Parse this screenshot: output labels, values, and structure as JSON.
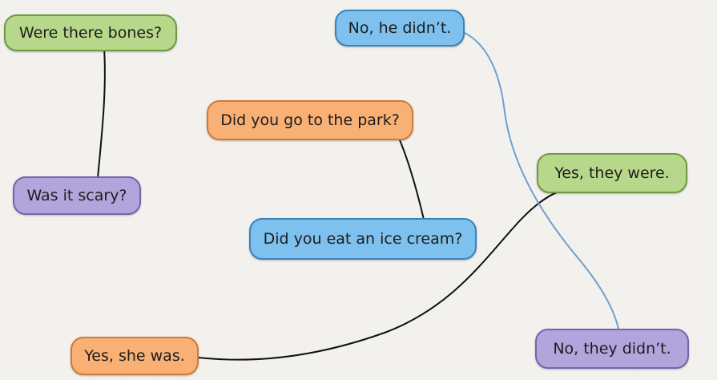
{
  "bubbles": {
    "were_there_bones": "Were there bones?",
    "no_he_didnt": "No, he didn’t.",
    "did_you_go_to_park": "Did you go to the park?",
    "yes_they_were": "Yes, they were.",
    "was_it_scary": "Was it scary?",
    "did_you_eat_ice_cream": "Did you eat an ice cream?",
    "yes_she_was": "Yes, she was.",
    "no_they_didnt": "No, they didn’t."
  },
  "colors": {
    "green": "#b7d88b",
    "blue": "#7ec0ee",
    "orange": "#f9b074",
    "purple": "#b2a5dc",
    "ink": "#111111",
    "pen_blue": "#6f9fcc"
  }
}
